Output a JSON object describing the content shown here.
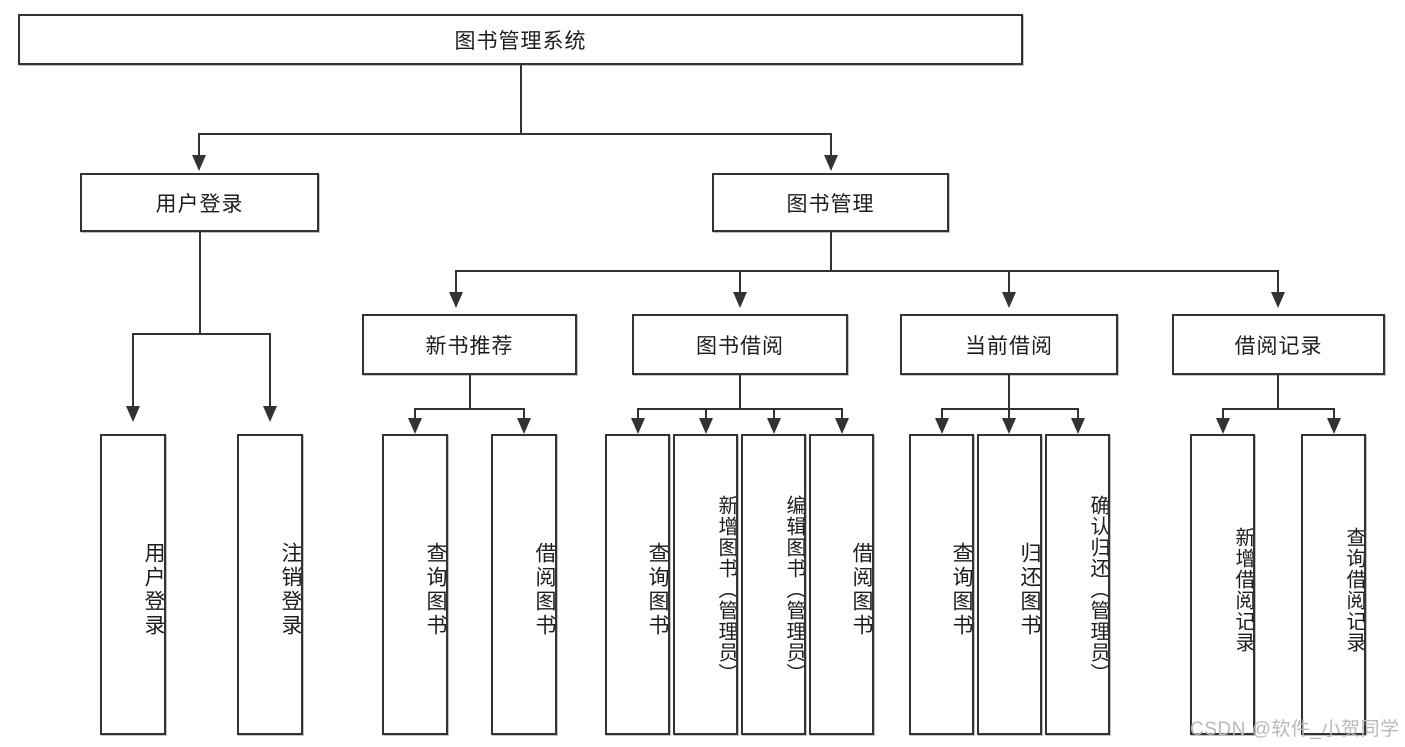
{
  "diagram": {
    "type": "tree-hierarchy-diagram",
    "root": {
      "label": "图书管理系统"
    },
    "level2": [
      {
        "label": "用户登录"
      },
      {
        "label": "图书管理"
      }
    ],
    "level3": [
      {
        "label": "新书推荐"
      },
      {
        "label": "图书借阅"
      },
      {
        "label": "当前借阅"
      },
      {
        "label": "借阅记录"
      }
    ],
    "leaves": {
      "user_login": [
        {
          "label": "用户登录"
        },
        {
          "label": "注销登录"
        }
      ],
      "new_book_recommend": [
        {
          "label": "查询图书"
        },
        {
          "label": "借阅图书"
        }
      ],
      "book_borrow": [
        {
          "label": "查询图书"
        },
        {
          "label": "新增图书（管理员）"
        },
        {
          "label": "编辑图书（管理员）"
        },
        {
          "label": "借阅图书"
        }
      ],
      "current_borrow": [
        {
          "label": "查询图书"
        },
        {
          "label": "归还图书"
        },
        {
          "label": "确认归还（管理员）"
        }
      ],
      "borrow_record": [
        {
          "label": "新增借阅记录"
        },
        {
          "label": "查询借阅记录"
        }
      ]
    }
  },
  "watermark": {
    "text": "CSDN @软件_小贺同学"
  },
  "colors": {
    "border": "#333333",
    "background": "#ffffff",
    "text": "#1d1d1d",
    "watermark": "#b9b9b9"
  }
}
